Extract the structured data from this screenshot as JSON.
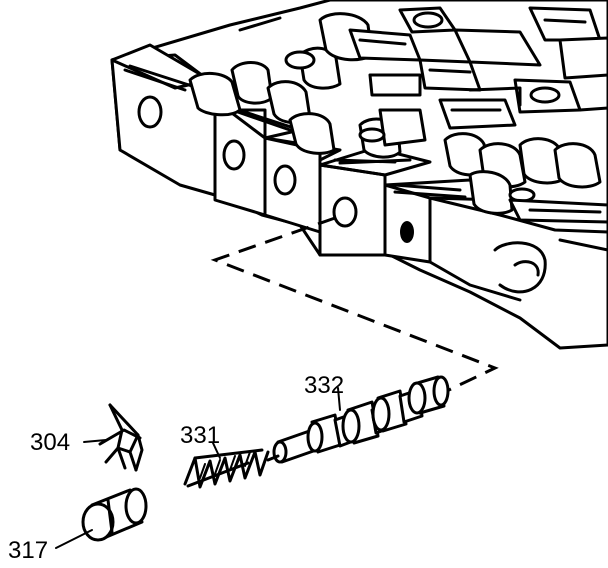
{
  "callouts": {
    "c332": "332",
    "c331": "331",
    "c304": "304",
    "c317": "317"
  },
  "colors": {
    "line": "#000000",
    "background": "#ffffff"
  }
}
